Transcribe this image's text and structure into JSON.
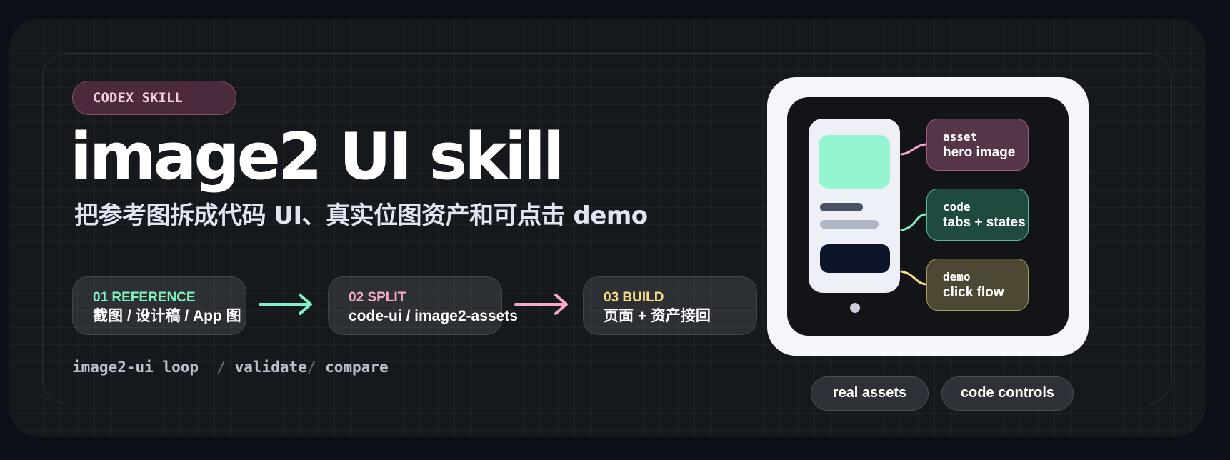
{
  "badge": "CODEX SKILL",
  "title": "image2 UI skill",
  "subtitle": "把参考图拆成代码 UI、真实位图资产和可点击 demo",
  "steps": [
    {
      "tag": "01 REFERENCE",
      "desc": "截图 / 设计稿 / App 图",
      "color": "#7ef0c4"
    },
    {
      "tag": "02 SPLIT",
      "desc": "code-ui / image2-assets",
      "color": "#f7a8cf"
    },
    {
      "tag": "03 BUILD",
      "desc": "页面 + 资产接回",
      "color": "#f8dc86"
    }
  ],
  "loop": {
    "a": "image2-ui loop",
    "b": "validate",
    "c": "compare",
    "sep": "/"
  },
  "cards": [
    {
      "key": "asset",
      "value": "hero image"
    },
    {
      "key": "code",
      "value": "tabs + states"
    },
    {
      "key": "demo",
      "value": "click flow"
    }
  ],
  "pills": [
    "real assets",
    "code controls"
  ],
  "colors": {
    "green": "#7ef0c4",
    "pink": "#f7a8cf",
    "yellow": "#f8dc86",
    "background": "#15181d"
  }
}
